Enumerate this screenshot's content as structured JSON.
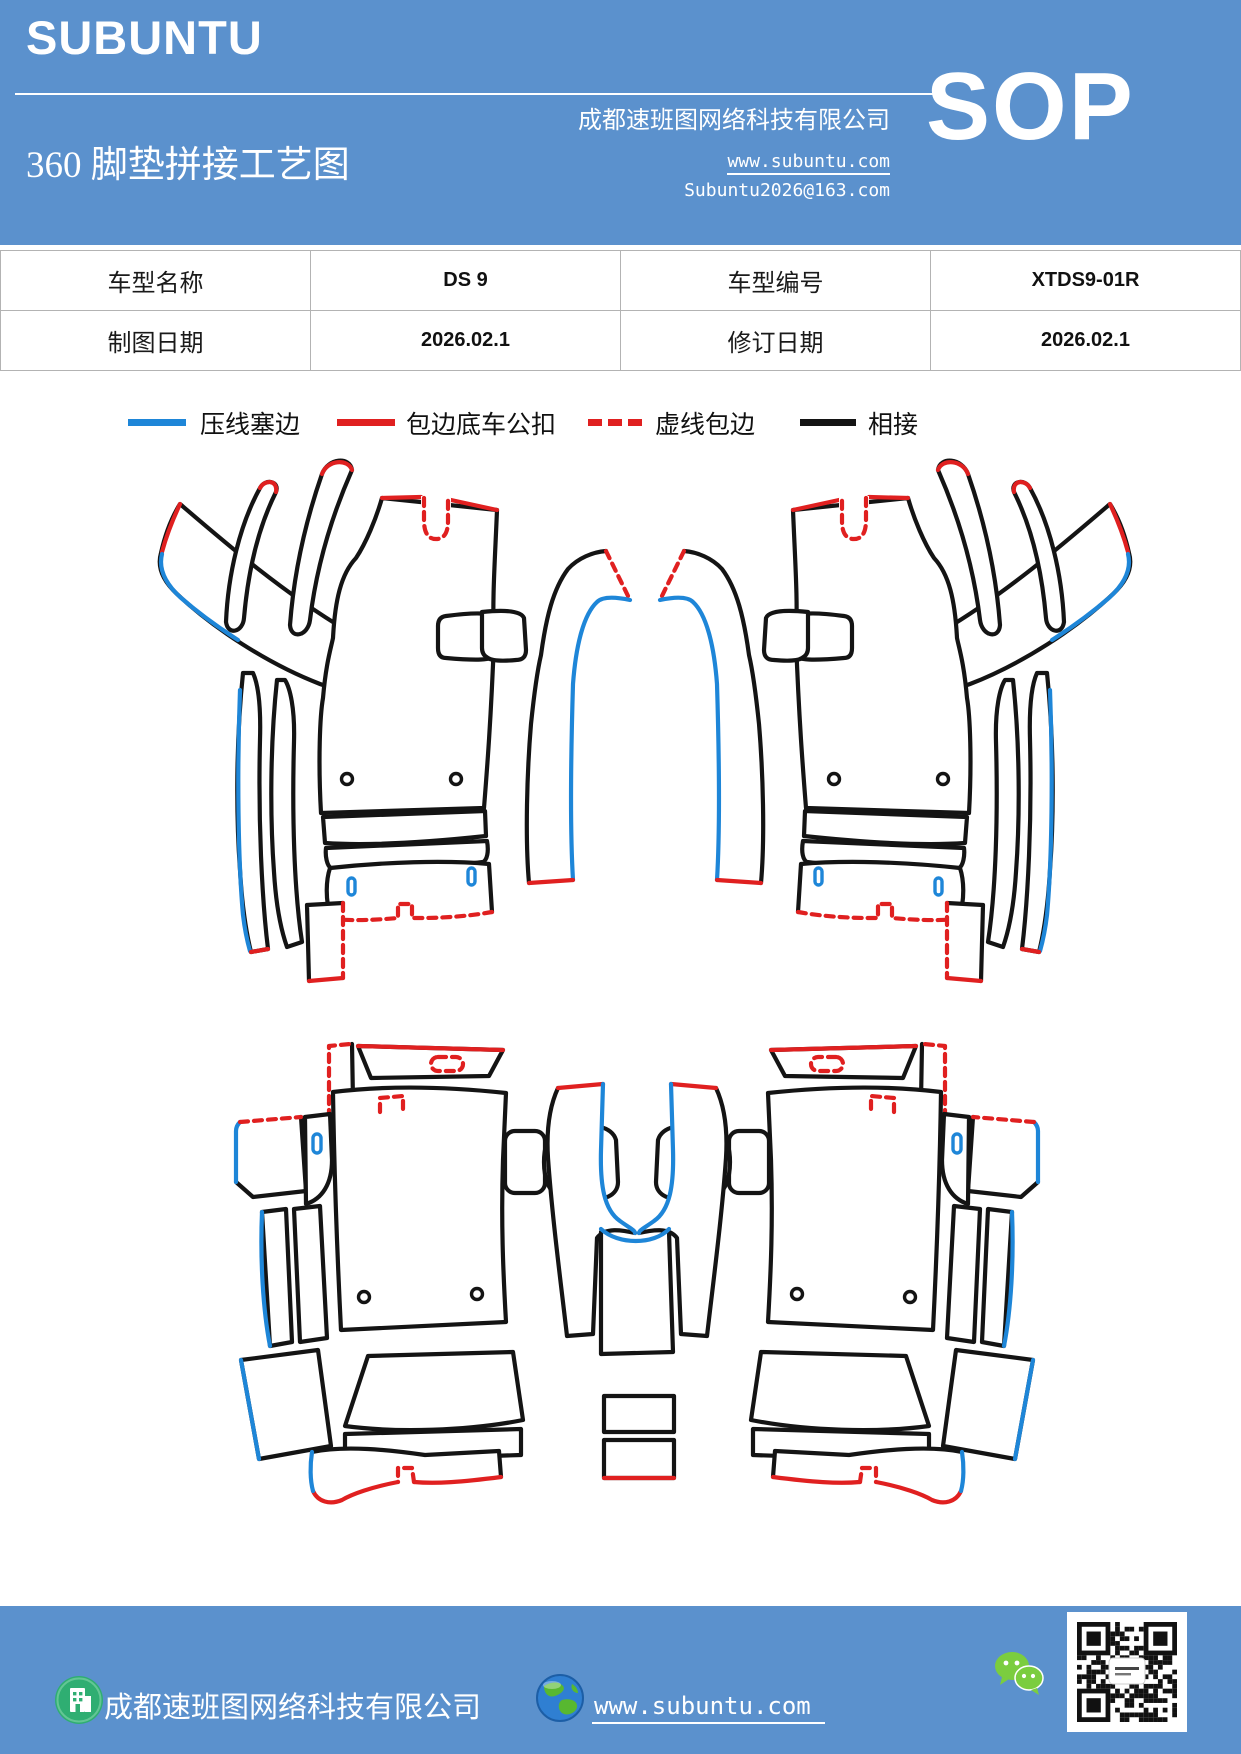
{
  "header": {
    "brand": "SUBUNTU",
    "title": "360 脚垫拼接工艺图",
    "company": "成都速班图网络科技有限公司",
    "website": "www.subuntu.com",
    "email": "Subuntu2026@163.com",
    "sop_label": "SOP",
    "background": "#5b91cd",
    "text_color": "#ffffff"
  },
  "info_table": {
    "rows": [
      {
        "label1": "车型名称",
        "value1": "DS 9",
        "label2": "车型编号",
        "value2": "XTDS9-01R"
      },
      {
        "label1": "制图日期",
        "value1": "2026.02.1",
        "label2": "修订日期",
        "value2": "2026.02.1"
      }
    ]
  },
  "legend": {
    "items": [
      {
        "label": "压线塞边",
        "color": "#1e86d8",
        "style": "solid"
      },
      {
        "label": "包边底车公扣",
        "color": "#e02020",
        "style": "solid"
      },
      {
        "label": "虚线包边",
        "color": "#e02020",
        "style": "dashed"
      },
      {
        "label": "相接",
        "color": "#141414",
        "style": "solid"
      }
    ]
  },
  "diagram": {
    "stroke_black": "#141414",
    "stroke_blue": "#1e86d8",
    "stroke_red": "#e02020"
  },
  "footer": {
    "company": "成都速班图网络科技有限公司",
    "website": "www.subuntu.com",
    "background": "#5b91cd"
  }
}
